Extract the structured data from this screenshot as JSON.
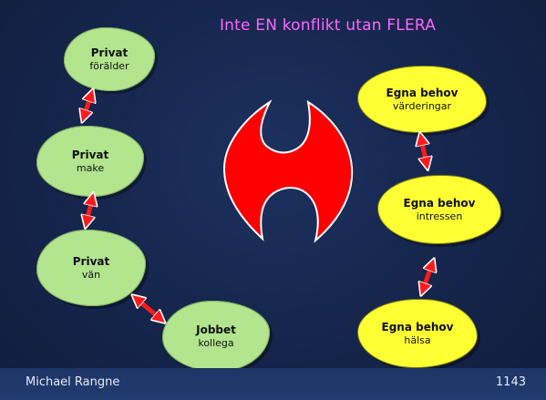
{
  "title": "Inte EN konflikt utan FLERA",
  "private_roles": [
    {
      "heading": "Privat",
      "sub": "förälder"
    },
    {
      "heading": "Privat",
      "sub": "make"
    },
    {
      "heading": "Privat",
      "sub": "vän"
    }
  ],
  "work_role": {
    "heading": "Jobbet",
    "sub": "kollega"
  },
  "own_needs": [
    {
      "heading": "Egna behov",
      "sub": "värderingar"
    },
    {
      "heading": "Egna behov",
      "sub": "intressen"
    },
    {
      "heading": "Egna behov",
      "sub": "hälsa"
    }
  ],
  "footer": {
    "author": "Michael Rangne",
    "page_number": "1143"
  },
  "colors": {
    "background": "#15254b",
    "title": "#ff66ff",
    "green_blob": "#b3e58e",
    "yellow_blob": "#ffff33",
    "arrow": "#ff1a1a",
    "big_shape": "#ff0000"
  },
  "icons": [
    "double-headed-arrow-icon",
    "conflict-arrows-shape"
  ]
}
